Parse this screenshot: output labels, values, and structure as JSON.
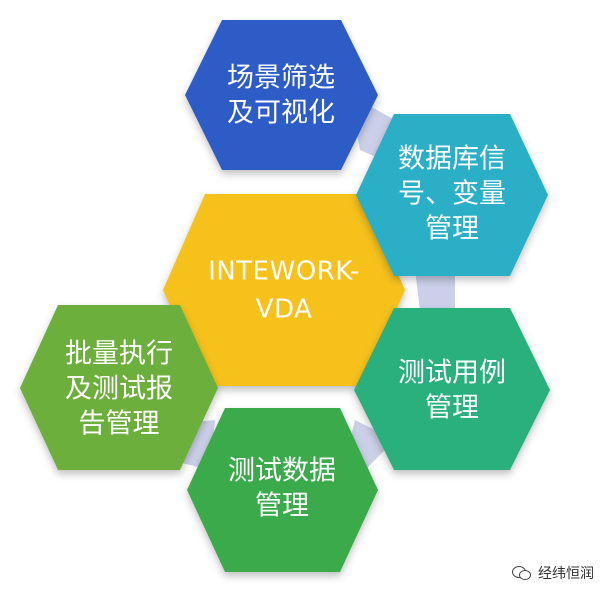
{
  "diagram": {
    "center": {
      "lines": [
        "INTEWORK-",
        "VDA"
      ],
      "color": "#F7C11A",
      "text_color": "#E8E8E8"
    },
    "nodes": [
      {
        "id": "scene",
        "lines": [
          "场景筛选",
          "及可视化"
        ],
        "color": "#2E5CC7"
      },
      {
        "id": "db",
        "lines": [
          "数据库信",
          "号、变量",
          "管理"
        ],
        "color": "#2BAFC6"
      },
      {
        "id": "case",
        "lines": [
          "测试用例",
          "管理"
        ],
        "color": "#2BB07C"
      },
      {
        "id": "data",
        "lines": [
          "测试数据",
          "管理"
        ],
        "color": "#3BAA4C"
      },
      {
        "id": "batch",
        "lines": [
          "批量执行",
          "及测试报",
          "告管理"
        ],
        "color": "#6DAF3E"
      }
    ],
    "connector_color": "#CBD0E8"
  },
  "watermark": {
    "text": "经纬恒润",
    "icon": "wechat-icon"
  }
}
